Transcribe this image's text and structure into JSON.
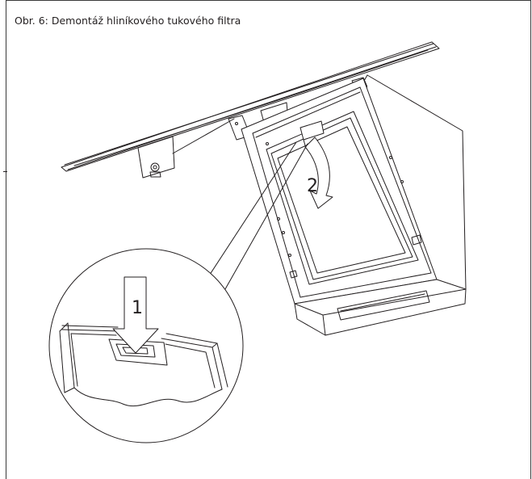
{
  "figure": {
    "caption": "Obr. 6: Demontáž hliníkového tukového filtra",
    "step_labels": [
      "1",
      "2"
    ]
  },
  "colors": {
    "line": "#231f20",
    "background": "#ffffff"
  }
}
